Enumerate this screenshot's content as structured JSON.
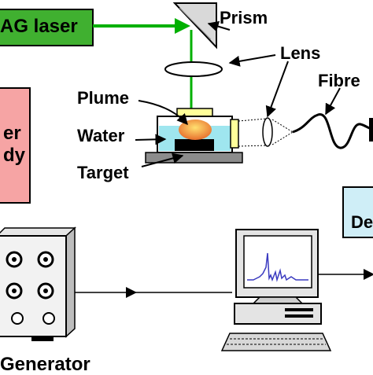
{
  "labels": {
    "laser": "AG laser",
    "prism": "Prism",
    "lens": "Lens",
    "fibre": "Fibre",
    "plume": "Plume",
    "water": "Water",
    "target": "Target",
    "left_box_line1": "er",
    "left_box_line2": "dy",
    "detector": "De",
    "generator": "Generator"
  },
  "colors": {
    "laser_box": "#40b030",
    "beam": "#00b000",
    "left_box": "#f6a4a4",
    "detector_box": "#cfeef7",
    "water": "#9fe6ef",
    "plume": "#ef8f3e",
    "plume_core": "#ffdf70",
    "window": "#ffff9a",
    "base_plate": "#8c8c8c",
    "spectrum": "#3a3ac0"
  }
}
